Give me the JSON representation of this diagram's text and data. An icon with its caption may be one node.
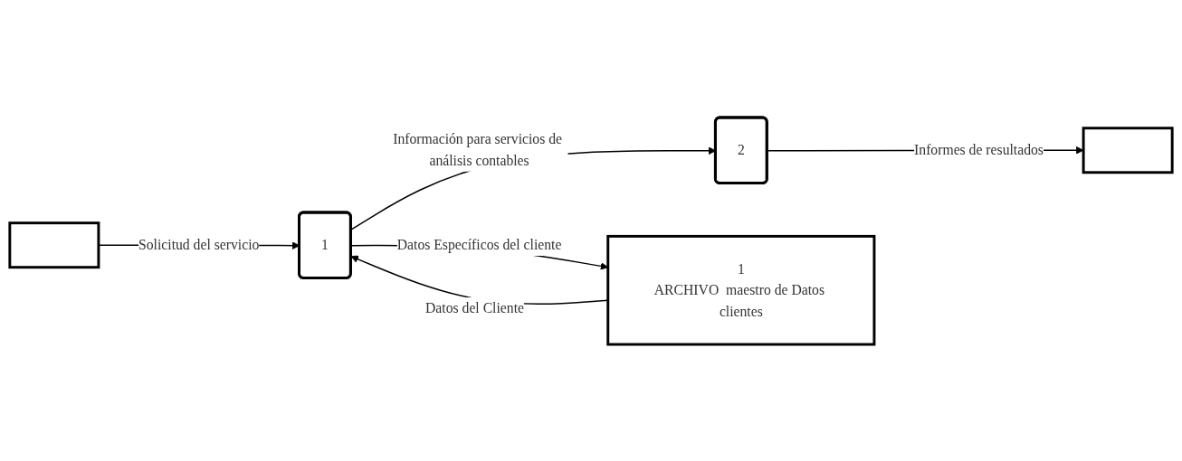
{
  "diagram": {
    "nodes": [
      {
        "text": [],
        "shape": "box"
      },
      {
        "text": [
          "1"
        ]
      },
      {
        "text": [
          "2"
        ]
      },
      {
        "text": [],
        "shape": "box"
      },
      {
        "text": [
          "1",
          "ARCHIVO  maestro de Datos clientes"
        ]
      }
    ],
    "edges": [
      {
        "from": 0,
        "to": 1,
        "arrow": "to",
        "label": "Solicitud del servicio"
      },
      {
        "from": 1,
        "to": 2,
        "arrow": "to",
        "label": "Información para servicios de análisis contables"
      },
      {
        "from": 2,
        "to": 3,
        "arrow": "to",
        "label": "Informes de resultados"
      },
      {
        "from": 4,
        "to": 1,
        "arrow": "to",
        "label": "Datos del Cliente"
      },
      {
        "from": 1,
        "to": 4,
        "arrow": "to",
        "label": "Datos Específicos del cliente"
      }
    ]
  }
}
